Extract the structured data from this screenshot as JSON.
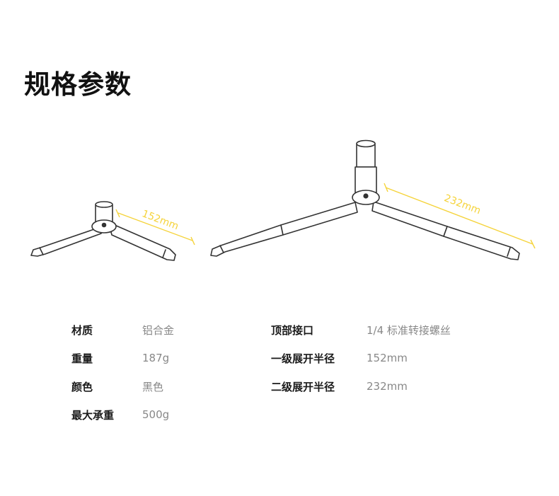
{
  "title": "规格参数",
  "diagram": {
    "accent_color": "#f5d33a",
    "outline_color": "#333333",
    "level1_dimension": "152mm",
    "level2_dimension": "232mm"
  },
  "specs_left": [
    {
      "label": "材质",
      "value": "铝合金"
    },
    {
      "label": "重量",
      "value": "187g"
    },
    {
      "label": "颜色",
      "value": "黑色"
    },
    {
      "label": "最大承重",
      "value": "500g"
    }
  ],
  "specs_right": [
    {
      "label": "顶部接口",
      "value": "1/4 标准转接螺丝"
    },
    {
      "label": "一级展开半径",
      "value": "152mm"
    },
    {
      "label": "二级展开半径",
      "value": "232mm"
    }
  ]
}
